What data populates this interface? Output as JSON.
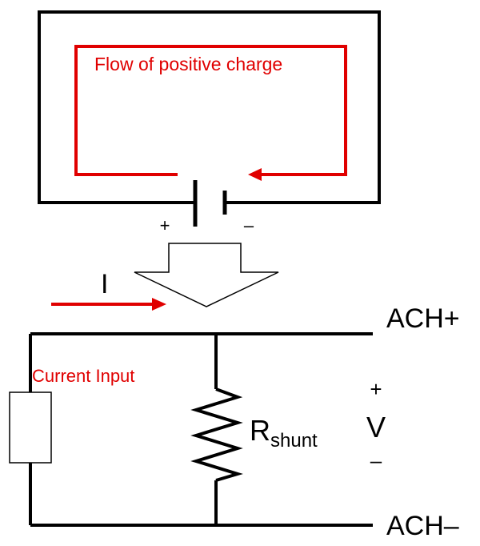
{
  "diagram": {
    "top_loop": {
      "flow_label": "Flow of positive charge",
      "battery_plus": "+",
      "battery_minus": "–"
    },
    "current": {
      "symbol": "I"
    },
    "bottom_circuit": {
      "input_label": "Current Input",
      "resistor_label_main": "R",
      "resistor_label_sub": "shunt",
      "terminal_top": "ACH+",
      "terminal_bottom": "ACH–",
      "voltage_plus": "+",
      "voltage_label": "V",
      "voltage_minus": "–"
    },
    "colors": {
      "wire": "#000000",
      "flow": "#e00000",
      "arrow_fill": "#ffffff"
    }
  }
}
